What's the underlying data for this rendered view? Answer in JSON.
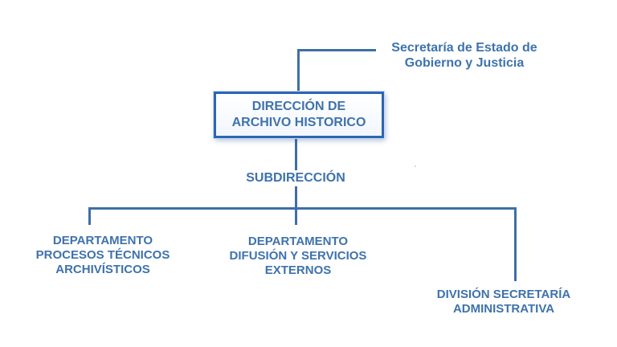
{
  "diagram": {
    "parent": {
      "lines": [
        "Secretaría de Estado de",
        "Gobierno y Justicia"
      ]
    },
    "main": {
      "lines": [
        "DIRECCIÓN DE",
        "ARCHIVO HISTORICO"
      ]
    },
    "sub": {
      "label": "SUBDIRECCIÓN"
    },
    "children": [
      {
        "lines": [
          "DEPARTAMENTO",
          "PROCESOS TÉCNICOS",
          "ARCHIVÍSTICOS"
        ]
      },
      {
        "lines": [
          "DEPARTAMENTO",
          "DIFUSIÓN Y SERVICIOS",
          "EXTERNOS"
        ]
      },
      {
        "lines": [
          "DIVISIÓN SECRETARÍA",
          "ADMINISTRATIVA"
        ]
      }
    ],
    "colors": {
      "text": "#3e72ac",
      "line": "#3f6fa6",
      "box_border": "#2b66b3"
    }
  }
}
